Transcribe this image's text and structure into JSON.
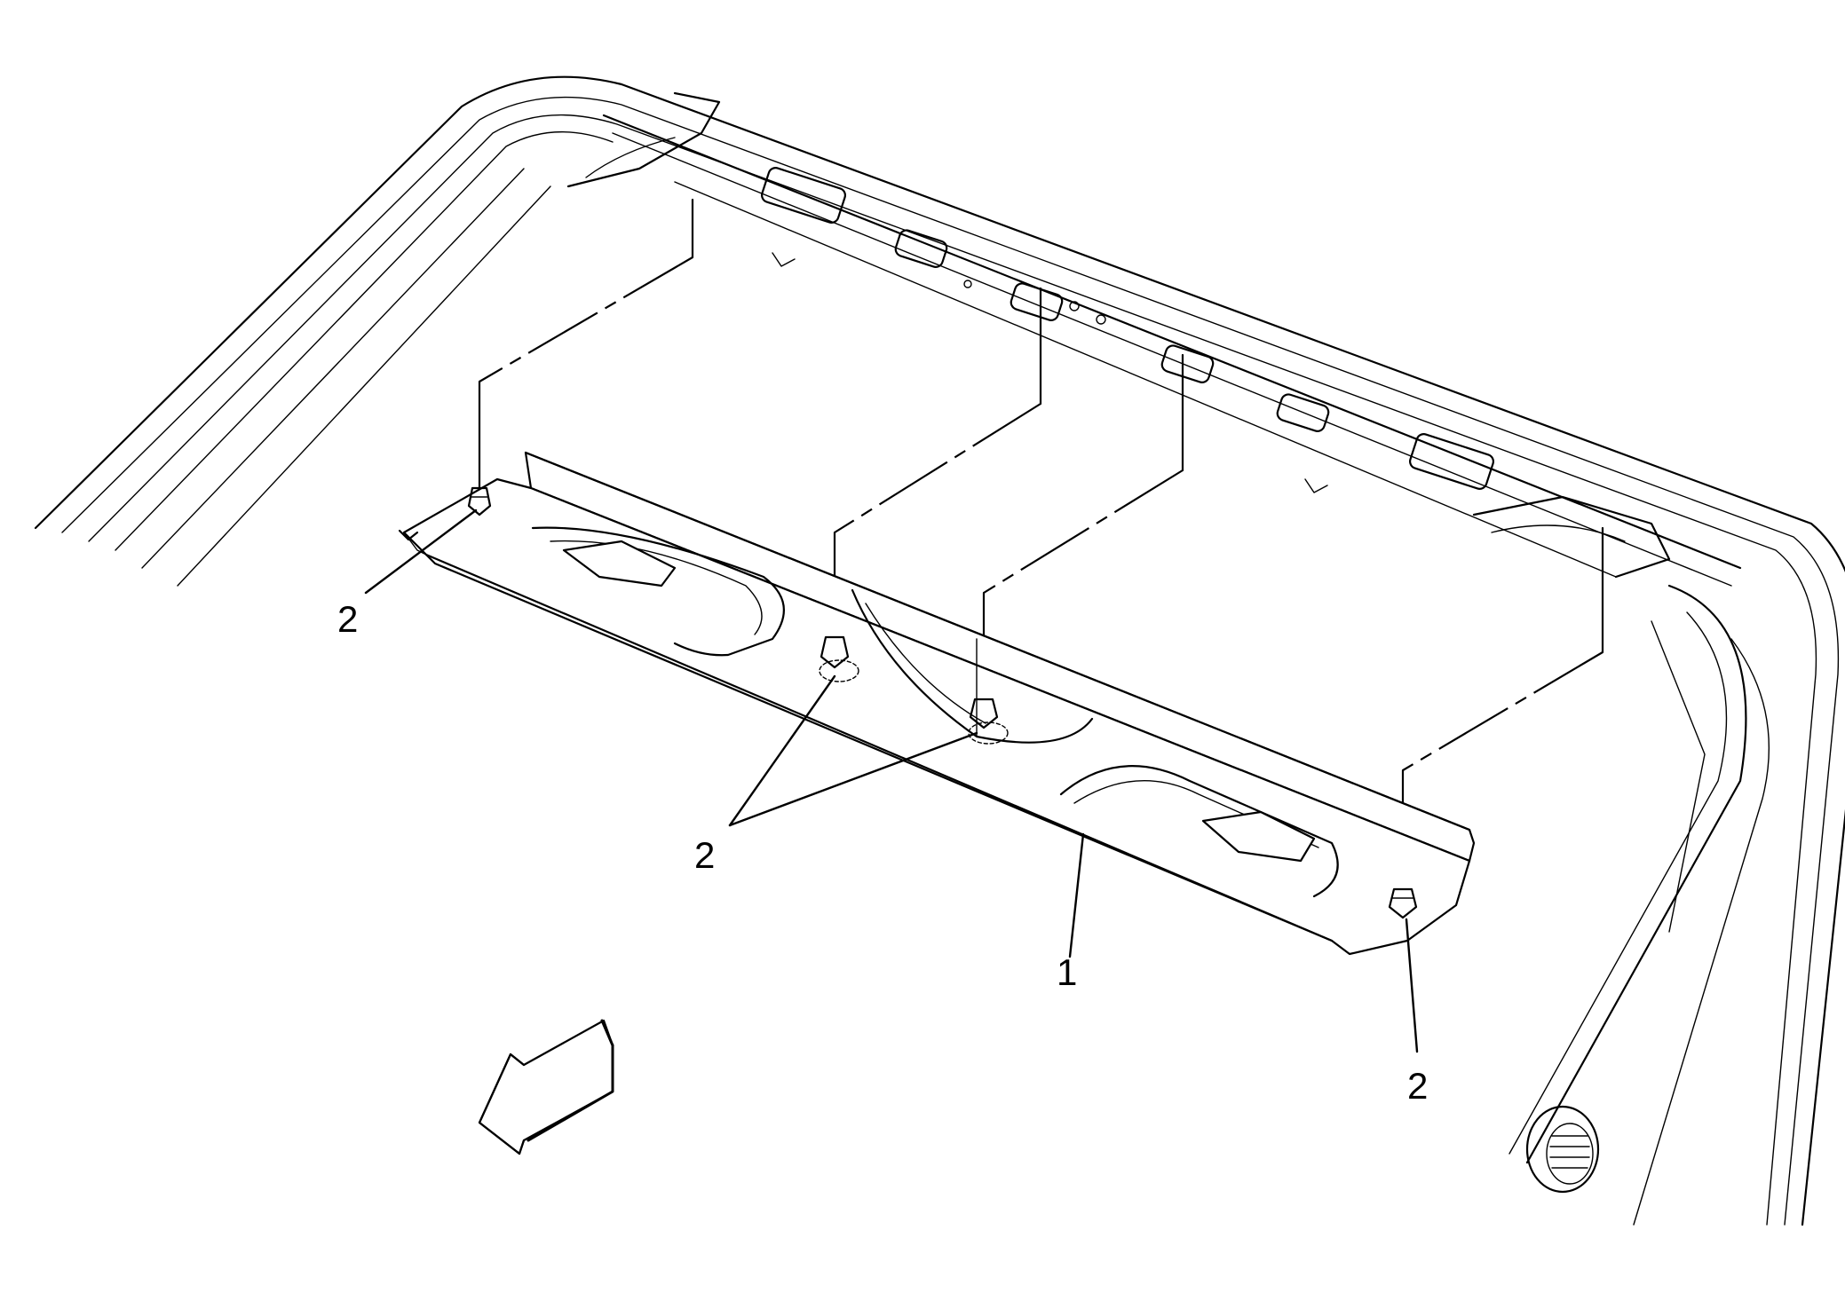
{
  "callouts": {
    "part_1": "1",
    "clip_left": "2",
    "clips_center": "2",
    "clip_right": "2",
    "clip_top_left": "2"
  },
  "icons": {
    "direction_arrow": "front-direction-arrow-icon"
  }
}
